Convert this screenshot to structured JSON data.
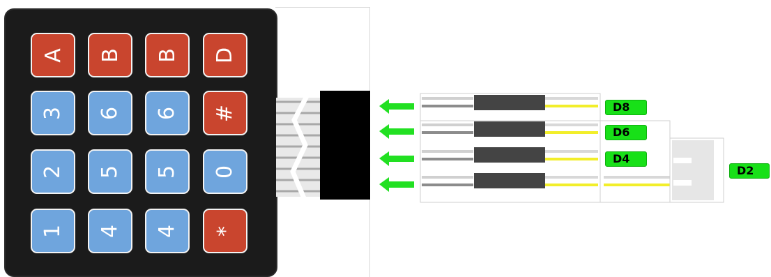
{
  "keypad": {
    "rows": [
      [
        {
          "label": "A",
          "color": "red"
        },
        {
          "label": "B",
          "color": "red"
        },
        {
          "label": "B",
          "color": "red"
        },
        {
          "label": "D",
          "color": "red"
        }
      ],
      [
        {
          "label": "3",
          "color": "blue"
        },
        {
          "label": "6",
          "color": "blue"
        },
        {
          "label": "6",
          "color": "blue"
        },
        {
          "label": "#",
          "color": "red"
        }
      ],
      [
        {
          "label": "2",
          "color": "blue"
        },
        {
          "label": "5",
          "color": "blue"
        },
        {
          "label": "5",
          "color": "blue"
        },
        {
          "label": "0",
          "color": "blue"
        }
      ],
      [
        {
          "label": "1",
          "color": "blue"
        },
        {
          "label": "4",
          "color": "blue"
        },
        {
          "label": "4",
          "color": "blue"
        },
        {
          "label": "*",
          "color": "red"
        }
      ]
    ]
  },
  "pins": {
    "labels": [
      "D8",
      "D6",
      "D4",
      "D2"
    ]
  },
  "colors": {
    "key_red": "#c9452e",
    "key_blue": "#6fa5dd",
    "pin_tag": "#18e018",
    "arrow": "#22e022",
    "wire_yellow": "#f2ee2a"
  }
}
